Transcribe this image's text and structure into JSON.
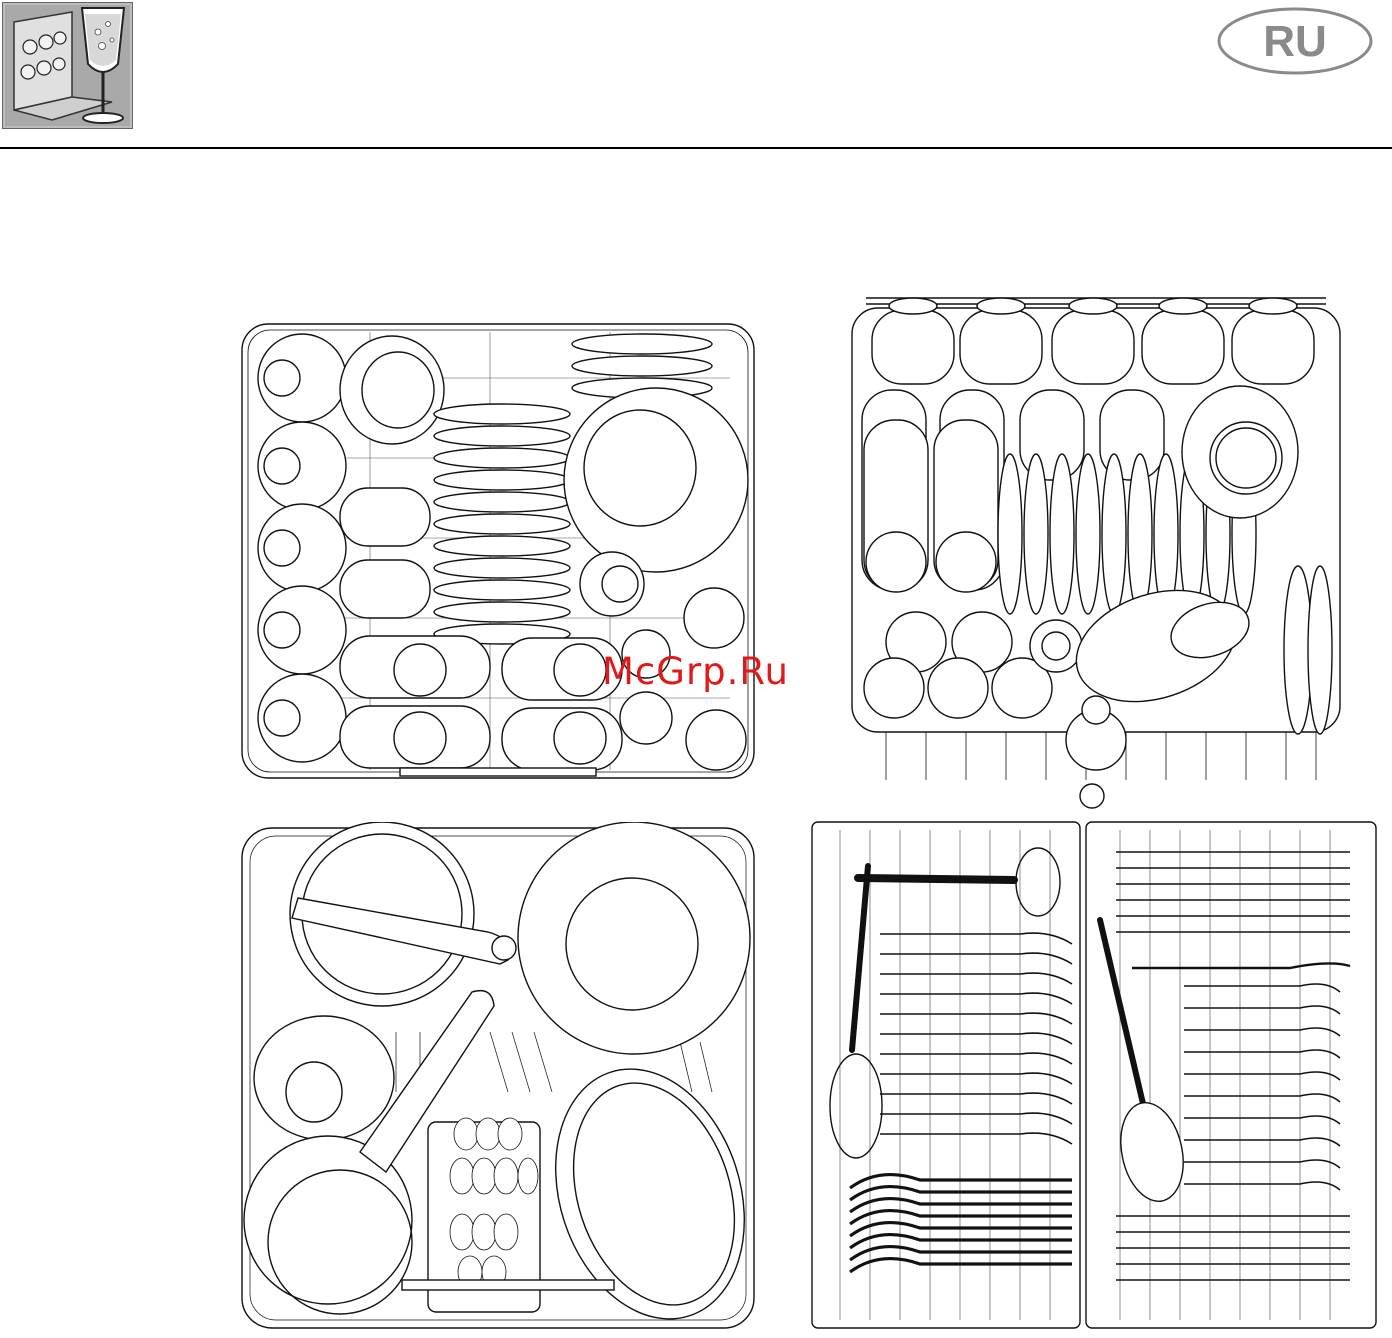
{
  "header": {
    "language_badge": "RU",
    "logo_icon": "dishwasher-glass-icon"
  },
  "watermark": {
    "text": "McGrp.Ru",
    "color": "#e01a1a"
  },
  "figures": [
    {
      "name": "upper-basket-loading-example-1"
    },
    {
      "name": "upper-basket-loading-example-2"
    },
    {
      "name": "lower-basket-loading-example"
    },
    {
      "name": "cutlery-tray-loading-example"
    }
  ]
}
